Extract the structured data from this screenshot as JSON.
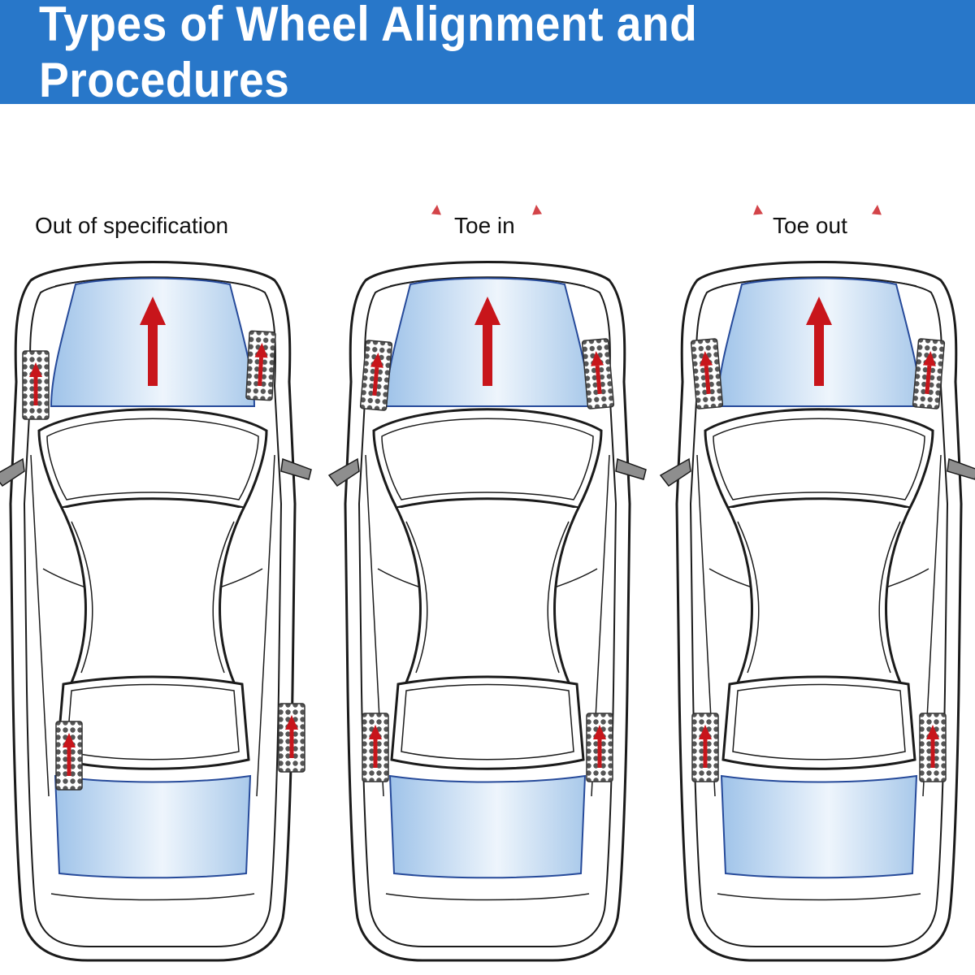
{
  "title": "Types of Wheel Alignment and Procedures",
  "colors": {
    "banner": "#2877c9",
    "arrow": "#c8151b",
    "glass": "#bcd8f2",
    "body_outline": "#1b1b1b",
    "tire": "#9a9a9a",
    "mirror": "#8e8e8e"
  },
  "cars": [
    {
      "label": "Out of specification",
      "arrow": "arrow-up",
      "front_wheels": "straight",
      "rear_wheels": "straight"
    },
    {
      "label": "Toe in",
      "arrow": "arrow-up",
      "front_wheels": "angled-in",
      "rear_wheels": "straight"
    },
    {
      "label": "Toe out",
      "arrow": "arrow-up",
      "front_wheels": "angled-out",
      "rear_wheels": "straight"
    }
  ]
}
